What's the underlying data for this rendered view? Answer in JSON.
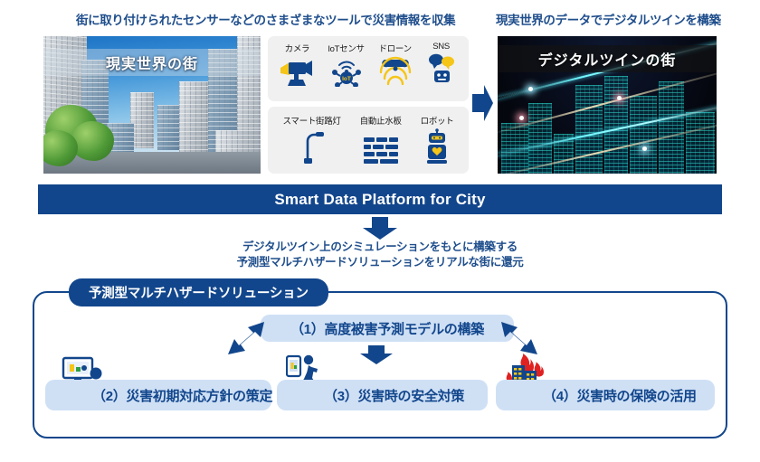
{
  "headers": {
    "left": "街に取り付けられたセンサーなどのさまざまなツールで災害情報を収集",
    "right": "現実世界のデータでデジタルツインを構築"
  },
  "photos": {
    "real_city_label": "現実世界の街",
    "digital_twin_label": "デジタルツインの街"
  },
  "tools": {
    "row1": [
      {
        "label": "カメラ",
        "icon": "camera-icon"
      },
      {
        "label": "IoTセンサ",
        "icon": "iot-sensor-icon"
      },
      {
        "label": "ドローン",
        "icon": "drone-icon"
      },
      {
        "label": "SNS",
        "icon": "sns-icon"
      }
    ],
    "row2": [
      {
        "label": "スマート街路灯",
        "icon": "streetlight-icon"
      },
      {
        "label": "自動止水板",
        "icon": "water-barrier-icon"
      },
      {
        "label": "ロボット",
        "icon": "robot-icon"
      }
    ]
  },
  "platform": {
    "title": "Smart Data Platform for City"
  },
  "caption": {
    "line1": "デジタルツイン上のシミュレーションをもとに構築する",
    "line2": "予測型マルチハザードソリューションをリアルな街に還元"
  },
  "solution": {
    "title": "予測型マルチハザードソリューション",
    "items": [
      {
        "label": "（1）高度被害予測モデルの構築",
        "icon": "none"
      },
      {
        "label": "（2）災害初期対応方針の策定",
        "icon": "person-monitor-icon"
      },
      {
        "label": "（3）災害時の安全対策",
        "icon": "walking-person-phone-icon"
      },
      {
        "label": "（4）災害時の保険の活用",
        "icon": "burning-building-icon"
      }
    ]
  },
  "colors": {
    "brand_dark_blue": "#12468c",
    "heading_blue": "#1f4e8c",
    "pill_light_blue": "#cfe0f5",
    "accent_yellow": "#f5c518",
    "tool_card_gray": "#f0f0f0"
  }
}
